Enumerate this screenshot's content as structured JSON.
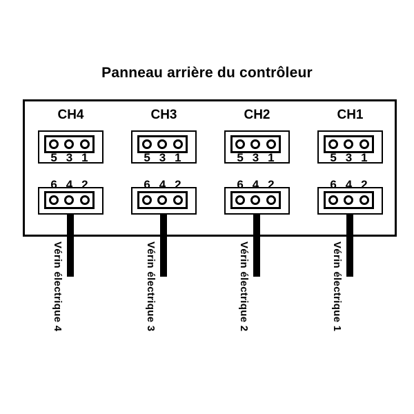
{
  "title": "Panneau arrière du contrôleur",
  "colors": {
    "line": "#000000",
    "background": "#ffffff"
  },
  "icons": {
    "socket_pin": "css-circle-outline"
  },
  "panel": {
    "channels": [
      {
        "label": "CH4",
        "top_pins": [
          "5",
          "3",
          "1"
        ],
        "bottom_pins": [
          "6",
          "4",
          "2"
        ],
        "cable_label": "Vérin électrique 4"
      },
      {
        "label": "CH3",
        "top_pins": [
          "5",
          "3",
          "1"
        ],
        "bottom_pins": [
          "6",
          "4",
          "2"
        ],
        "cable_label": "Vérin électrique 3"
      },
      {
        "label": "CH2",
        "top_pins": [
          "5",
          "3",
          "1"
        ],
        "bottom_pins": [
          "6",
          "4",
          "2"
        ],
        "cable_label": "Vérin électrique 2"
      },
      {
        "label": "CH1",
        "top_pins": [
          "5",
          "3",
          "1"
        ],
        "bottom_pins": [
          "6",
          "4",
          "2"
        ],
        "cable_label": "Vérin électrique 1"
      }
    ]
  }
}
